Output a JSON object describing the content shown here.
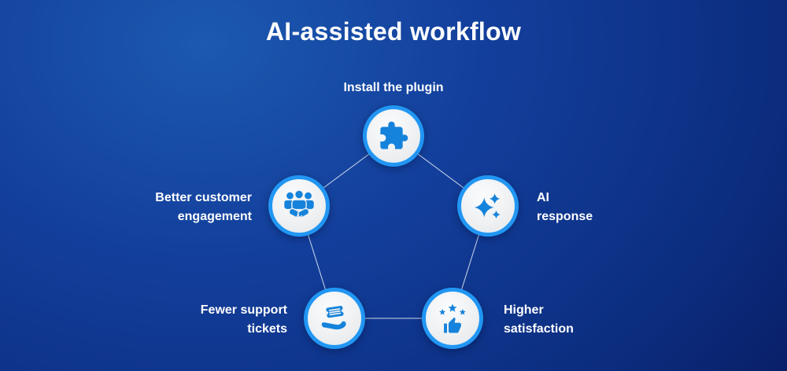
{
  "title": "AI-assisted workflow",
  "colors": {
    "bg_center": "#1c59b0",
    "bg_mid": "#0c2e81",
    "bg_edge": "#050a38",
    "ring_blue": "#2196f3",
    "icon_blue": "#1583db",
    "node_fill": "#edeff1",
    "connector": "#ffffff",
    "text": "#ffffff"
  },
  "diagram_type": "pentagon-cycle",
  "nodes": [
    {
      "id": "install-plugin",
      "icon": "puzzle-icon",
      "label": "Install the plugin",
      "lines": [
        "Install the plugin"
      ]
    },
    {
      "id": "ai-response",
      "icon": "sparkles-icon",
      "label": "AI response",
      "lines": [
        "AI",
        "response"
      ]
    },
    {
      "id": "higher-satisfaction",
      "icon": "thumbs-up-stars-icon",
      "label": "Higher satisfaction",
      "lines": [
        "Higher",
        "satisfaction"
      ]
    },
    {
      "id": "fewer-support-tickets",
      "icon": "hand-ticket-icon",
      "label": "Fewer support tickets",
      "lines": [
        "Fewer support",
        "tickets"
      ]
    },
    {
      "id": "better-customer-engagement",
      "icon": "people-handshake-icon",
      "label": "Better customer engagement",
      "lines": [
        "Better customer",
        "engagement"
      ]
    }
  ]
}
